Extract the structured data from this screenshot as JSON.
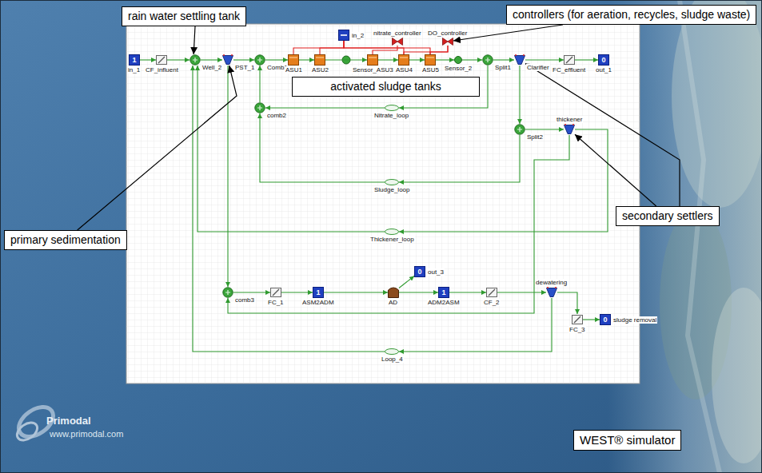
{
  "diagram": {
    "nodes": [
      {
        "text": [
          "controllers (for aeration, recycles, sludge waste)"
        ]
      },
      {
        "text": [
          "rain water settling tank"
        ]
      },
      {
        "text": [
          "in_2"
        ]
      },
      {
        "text": [
          "nitrate_controller"
        ]
      },
      {
        "text": [
          "DO_controller"
        ]
      },
      {
        "text": [
          "1",
          "in_1"
        ]
      },
      {
        "text": [
          "CF_influent"
        ]
      },
      {
        "text": [
          "Well_2"
        ]
      },
      {
        "text": [
          "PST_1"
        ]
      },
      {
        "text": [
          "Comb1"
        ]
      },
      {
        "text": [
          "ASU1"
        ]
      },
      {
        "text": [
          "ASU2"
        ]
      },
      {
        "text": [
          "Sensor_ASU3"
        ]
      },
      {
        "text": [
          "ASU4"
        ]
      },
      {
        "text": [
          "ASU5"
        ]
      },
      {
        "text": [
          "Sensor_2"
        ]
      },
      {
        "text": [
          "Split1"
        ]
      },
      {
        "text": [
          "Clarifier"
        ]
      },
      {
        "text": [
          "FC_effluent"
        ]
      },
      {
        "text": [
          "0",
          "out_1"
        ]
      },
      {
        "text": [
          "activated sludge tanks"
        ]
      },
      {
        "text": [
          "comb2"
        ]
      },
      {
        "text": [
          "Nitrate_loop"
        ]
      },
      {
        "text": [
          "Split2"
        ]
      },
      {
        "text": [
          "thickener"
        ]
      },
      {
        "text": [
          "Sludge_loop"
        ]
      },
      {
        "text": [
          "secondary settlers"
        ]
      },
      {
        "text": [
          "primary sedimentation"
        ]
      },
      {
        "text": [
          "Thickener_loop"
        ]
      },
      {
        "text": [
          "0",
          "out_3"
        ]
      },
      {
        "text": [
          "comb3"
        ]
      },
      {
        "text": [
          "FC_1"
        ]
      },
      {
        "text": [
          "1",
          "ASM2ADM"
        ]
      },
      {
        "text": [
          "AD"
        ]
      },
      {
        "text": [
          "1",
          "ADM2ASM"
        ]
      },
      {
        "text": [
          "CF_2"
        ]
      },
      {
        "text": [
          "dewatering"
        ]
      },
      {
        "text": [
          "FC_3"
        ]
      },
      {
        "text": [
          "0",
          "sludge removal"
        ]
      },
      {
        "text": [
          "Loop_4"
        ]
      },
      {
        "text": [
          "WEST® simulator"
        ]
      }
    ],
    "edges": [
      {
        "from": 5,
        "to": 6,
        "arrow": "to"
      },
      {
        "from": 6,
        "to": 7,
        "arrow": "to"
      },
      {
        "from": 7,
        "to": 8,
        "arrow": "to"
      },
      {
        "from": 8,
        "to": 9,
        "arrow": "to"
      },
      {
        "from": 9,
        "to": 10,
        "arrow": "to"
      },
      {
        "from": 10,
        "to": 11,
        "arrow": "to"
      },
      {
        "from": 11,
        "to": 12,
        "arrow": "to"
      },
      {
        "from": 12,
        "to": 13,
        "arrow": "to"
      },
      {
        "from": 13,
        "to": 14,
        "arrow": "to"
      },
      {
        "from": 14,
        "to": 15,
        "arrow": "to"
      },
      {
        "from": 15,
        "to": 16,
        "arrow": "to"
      },
      {
        "from": 16,
        "to": 17,
        "arrow": "to"
      },
      {
        "from": 17,
        "to": 18,
        "arrow": "to"
      },
      {
        "from": 18,
        "to": 19,
        "arrow": "to"
      },
      {
        "from": 16,
        "to": 22,
        "arrow": "to"
      },
      {
        "from": 22,
        "to": 21,
        "arrow": "to"
      },
      {
        "from": 21,
        "to": 9,
        "arrow": "to"
      },
      {
        "from": 17,
        "to": 23,
        "arrow": "to"
      },
      {
        "from": 23,
        "to": 24,
        "arrow": "to"
      },
      {
        "from": 23,
        "to": 25,
        "arrow": "to"
      },
      {
        "from": 25,
        "to": 21,
        "arrow": "to"
      },
      {
        "from": 24,
        "to": 28,
        "arrow": "to"
      },
      {
        "from": 28,
        "to": 7,
        "arrow": "to"
      },
      {
        "from": 8,
        "to": 30,
        "arrow": "to"
      },
      {
        "from": 24,
        "to": 30,
        "arrow": "to"
      },
      {
        "from": 30,
        "to": 31,
        "arrow": "to"
      },
      {
        "from": 31,
        "to": 32,
        "arrow": "to"
      },
      {
        "from": 32,
        "to": 33,
        "arrow": "to"
      },
      {
        "from": 33,
        "to": 29,
        "arrow": "to"
      },
      {
        "from": 33,
        "to": 34,
        "arrow": "to"
      },
      {
        "from": 34,
        "to": 35,
        "arrow": "to"
      },
      {
        "from": 35,
        "to": 36,
        "arrow": "to"
      },
      {
        "from": 36,
        "to": 37,
        "arrow": "to"
      },
      {
        "from": 37,
        "to": 38,
        "arrow": "to"
      },
      {
        "from": 36,
        "to": 39,
        "arrow": "to"
      },
      {
        "from": 39,
        "to": 7,
        "arrow": "to"
      },
      {
        "from": 2,
        "to": 10,
        "arrow": "none"
      },
      {
        "from": 2,
        "to": 11,
        "arrow": "none"
      },
      {
        "from": 2,
        "to": 13,
        "arrow": "none"
      },
      {
        "from": 2,
        "to": 14,
        "arrow": "none"
      },
      {
        "from": 4,
        "to": 13,
        "arrow": "none"
      },
      {
        "from": 4,
        "to": 14,
        "arrow": "none"
      },
      {
        "from": 3,
        "to": 12,
        "arrow": "none"
      },
      {
        "from": 0,
        "to": 4,
        "arrow": "to"
      },
      {
        "from": 1,
        "to": 7,
        "arrow": "to"
      },
      {
        "from": 26,
        "to": 17,
        "arrow": "to"
      },
      {
        "from": 26,
        "to": 24,
        "arrow": "to"
      },
      {
        "from": 27,
        "to": 8,
        "arrow": "to"
      }
    ],
    "labels": [
      "Primodal",
      "www.primodal.com"
    ]
  }
}
